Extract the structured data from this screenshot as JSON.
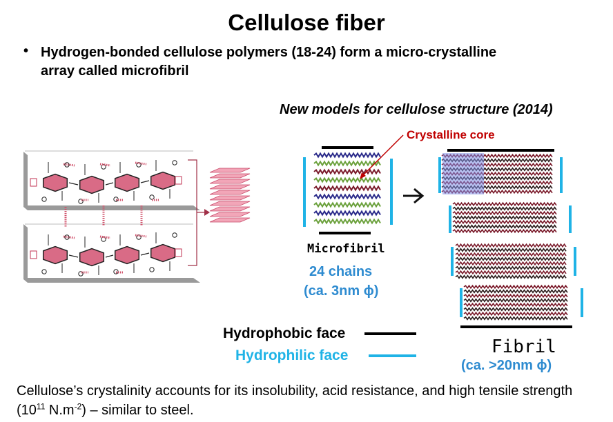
{
  "slide": {
    "title": "Cellulose fiber",
    "bullet_symbol": "•",
    "bullet_text": "Hydrogen-bonded cellulose polymers (18-24) form a micro-crystalline array called microfibril",
    "subtitle": "New models for cellulose structure (2014)"
  },
  "diagram": {
    "crystalline_core": "Crystalline core",
    "microfibril": "Microfibril",
    "chains": "24 chains",
    "microfibril_diameter": "(ca. 3nm ϕ)",
    "hydrophobic_face": "Hydrophobic face",
    "hydrophilic_face": "Hydrophilic face",
    "fibril": "Fibril",
    "fibril_diameter": "(ca. >20nm ϕ)"
  },
  "conclusion": {
    "text_a": "Cellulose’s crystalinity accounts for its insolubility, acid resistance, and high tensile strength (10",
    "sup_1": "11",
    "text_b": " N.m",
    "sup_2": "-2",
    "text_c": ") – similar to steel."
  },
  "colors": {
    "hydrophilic": "#1fb3e6",
    "hydrophobic": "#000000",
    "chain_dark_red": "#7a1a2a",
    "chain_green": "#6aa03a",
    "chain_navy": "#2a2a8a",
    "core_highlight": "#7f8fe8",
    "ring_fill": "#d96b86"
  }
}
